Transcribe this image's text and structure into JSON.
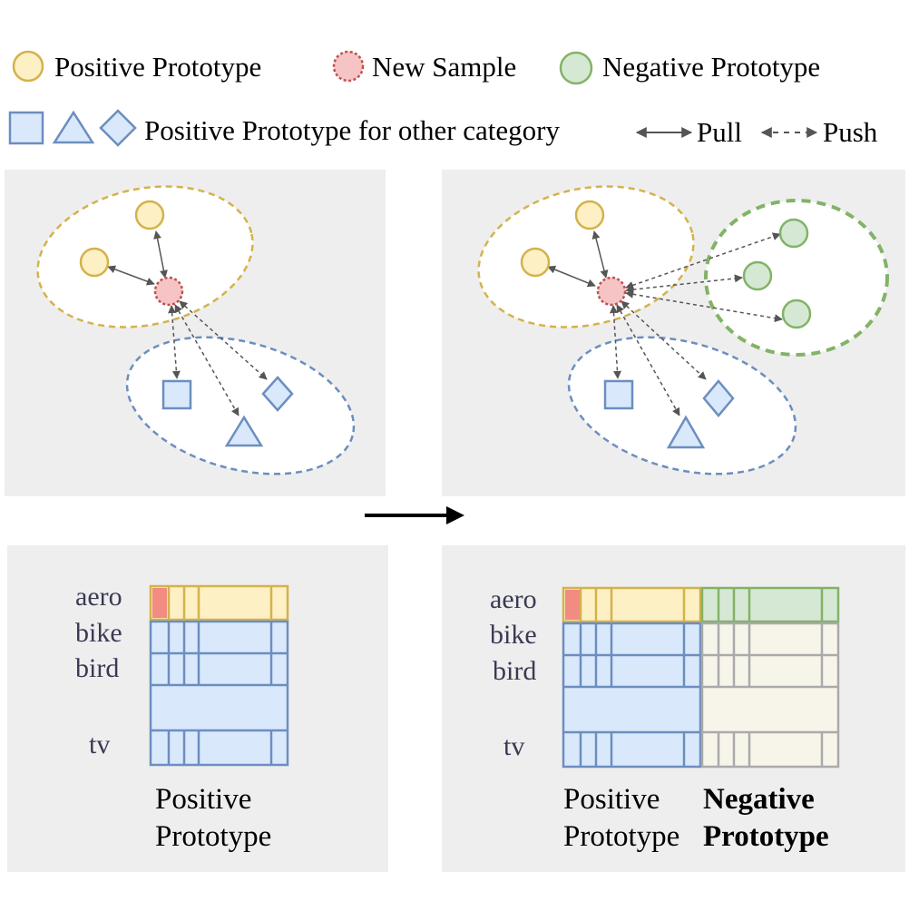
{
  "legend": {
    "positive_prototype": "Positive Prototype",
    "new_sample": "New Sample",
    "negative_prototype": "Negative Prototype",
    "other_category": "Positive Prototype for other category",
    "pull": "Pull",
    "push": "Push"
  },
  "table_left": {
    "rows": [
      "aero",
      "bike",
      "bird",
      "tv"
    ],
    "caption_line1": "Positive",
    "caption_line2": "Prototype"
  },
  "table_right": {
    "rows": [
      "aero",
      "bike",
      "bird",
      "tv"
    ],
    "pos_caption_line1": "Positive",
    "pos_caption_line2": "Prototype",
    "neg_caption_line1": "Negative",
    "neg_caption_line2": "Prototype"
  },
  "colors": {
    "positive_fill": "#fdf0c4",
    "positive_stroke": "#d4b24c",
    "new_sample_fill": "#f6c4c4",
    "new_sample_stroke": "#c0504d",
    "negative_fill": "#d5e8d4",
    "negative_stroke": "#82b366",
    "other_fill": "#dae8fc",
    "other_stroke": "#6c8ebf",
    "panel_bg": "#eeeeee",
    "neg_table_fill": "#f7f5ea",
    "neg_table_stroke": "#aaaaaa",
    "highlight": "#f28b82"
  },
  "icons": [
    "circle-icon",
    "dotted-circle-icon",
    "square-icon",
    "triangle-icon",
    "diamond-icon",
    "double-arrow-icon",
    "dashed-double-arrow-icon",
    "right-arrow-icon"
  ]
}
